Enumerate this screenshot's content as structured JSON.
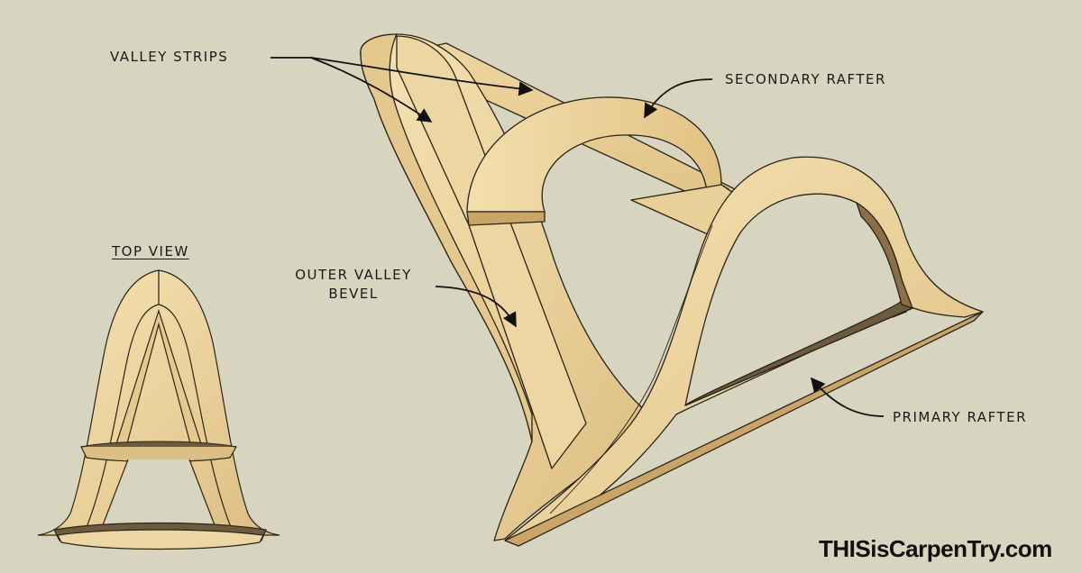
{
  "labels": {
    "valley_strips": "VALLEY STRIPS",
    "secondary_rafter": "SECONDARY RAFTER",
    "top_view": "TOP VIEW",
    "outer_valley_line1": "OUTER VALLEY",
    "outer_valley_line2": "BEVEL",
    "primary_rafter": "PRIMARY RAFTER"
  },
  "brand": "THISisCarpenTry.com",
  "colors": {
    "background": "#d7d5bf",
    "wood_light": "#f1dcaa",
    "wood_mid": "#e3c487",
    "wood_dark": "#c9a568",
    "shadow": "#6e5b3e",
    "ink": "#1a1a1a"
  }
}
